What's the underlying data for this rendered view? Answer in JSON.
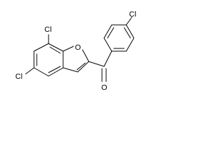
{
  "molecule": {
    "labels": {
      "cl_top": "Cl",
      "cl_left": "Cl",
      "cl_phenyl": "Cl",
      "ring_oxygen": "O",
      "carbonyl_oxygen": "O"
    }
  }
}
